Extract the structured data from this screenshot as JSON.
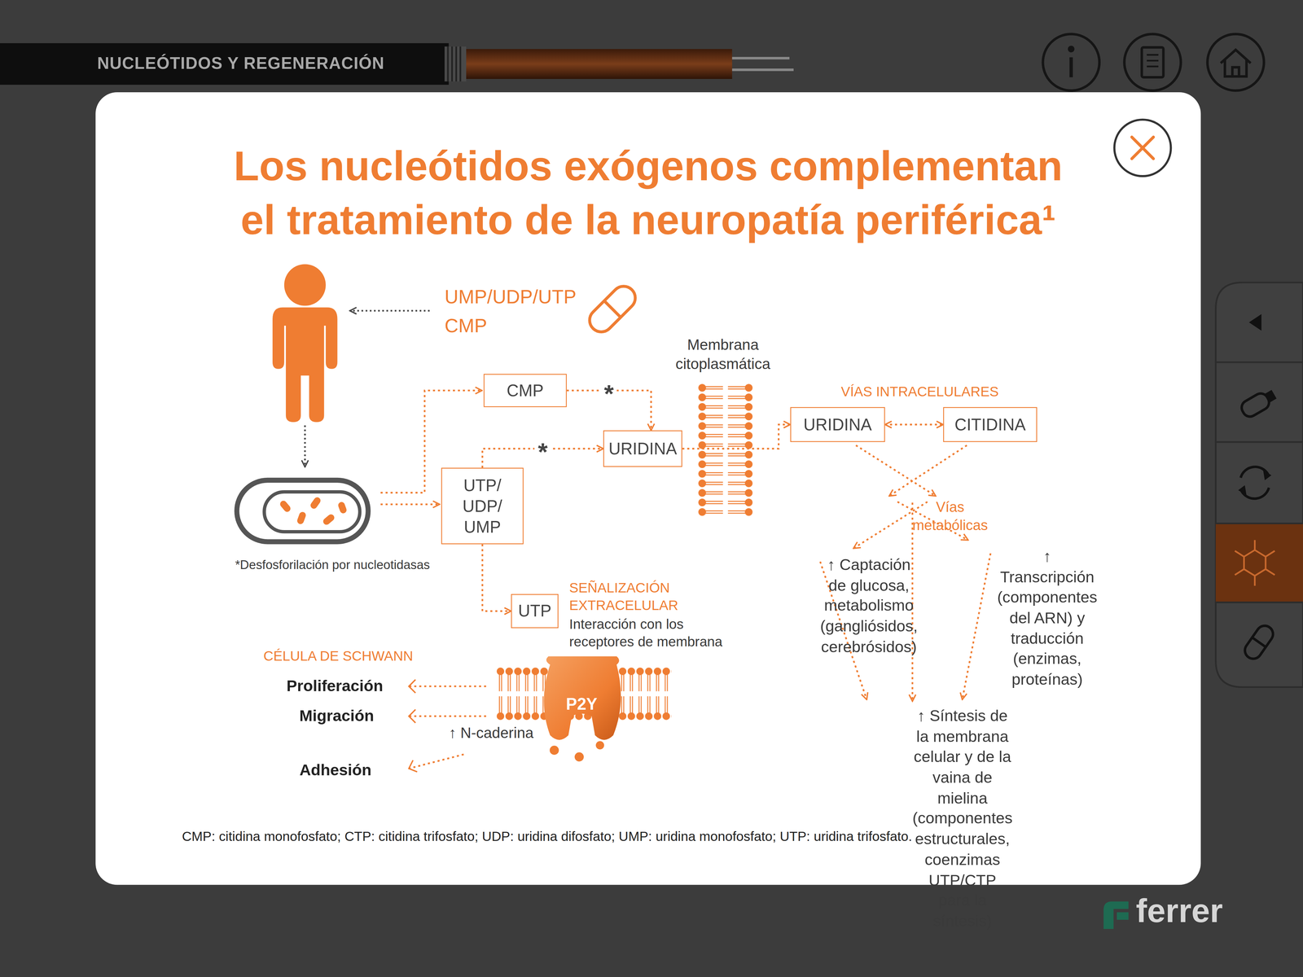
{
  "diagram": {
    "title": "Los nucleótidos exógenos complementan el tratamiento de la neuropatía periférica¹",
    "caption": "CMP: citidina monofosfato; CTP: citidina trifosfato; UDP: uridina difosfato; UMP: uridina monofosfato; UTP: uridina trifosfato.",
    "nodes": [
      {
        "text": [
          "CMP"
        ]
      },
      {
        "text": [
          "URIDINA"
        ]
      },
      {
        "text": [
          "UTP/ UDP/ UMP"
        ]
      },
      {
        "text": [
          "UTP"
        ]
      },
      {
        "text": [
          "URIDINA"
        ]
      },
      {
        "text": [
          "CITIDINA"
        ]
      },
      {
        "text": [
          "Vías metabólicas"
        ]
      },
      {
        "text": [
          "↑ Captación de glucosa, metabolismo (gangliósidos, cerebrósidos)"
        ]
      },
      {
        "text": [
          "↑ Transcripción (componentes del ARN) y traducción (enzimas, proteínas)"
        ]
      },
      {
        "text": [
          "↑ Síntesis de la membrana celular y de la vaina de mielina (componentes estructurales, coenzimas UTP/CTP para la síntesis)"
        ]
      }
    ],
    "edges": [
      {
        "from": 0,
        "to": 1,
        "label": "*",
        "arrow": "to"
      },
      {
        "from": 2,
        "to": 1,
        "label": "*",
        "arrow": "to"
      },
      {
        "from": 2,
        "to": 3,
        "arrow": "to"
      },
      {
        "from": 1,
        "to": 4,
        "arrow": "to"
      },
      {
        "from": 4,
        "to": 5,
        "arrow": "both"
      },
      {
        "from": 4,
        "to": 6,
        "arrow": "to"
      },
      {
        "from": 5,
        "to": 6,
        "arrow": "to"
      },
      {
        "from": 6,
        "to": 7,
        "arrow": "to"
      },
      {
        "from": 6,
        "to": 8,
        "arrow": "to"
      },
      {
        "from": 6,
        "to": 9,
        "arrow": "to"
      },
      {
        "from": 7,
        "to": 9,
        "arrow": "to"
      },
      {
        "from": 8,
        "to": 9,
        "arrow": "to"
      }
    ],
    "labels": [
      "NUCLEÓTIDOS Y REGENERACIÓN",
      "UMP/UDP/UTP CMP",
      "Membrana citoplasmática",
      "VÍAS INTRACELULARES",
      "*Desfosforilación por nucleotidasas",
      "SEÑALIZACIÓN EXTRACELULAR",
      "Interacción con los receptores de membrana",
      "CÉLULA DE SCHWANN",
      "Proliferación",
      "Migración",
      "↑ N-caderina",
      "P2Y",
      "Adhesión",
      "ferrer"
    ]
  }
}
